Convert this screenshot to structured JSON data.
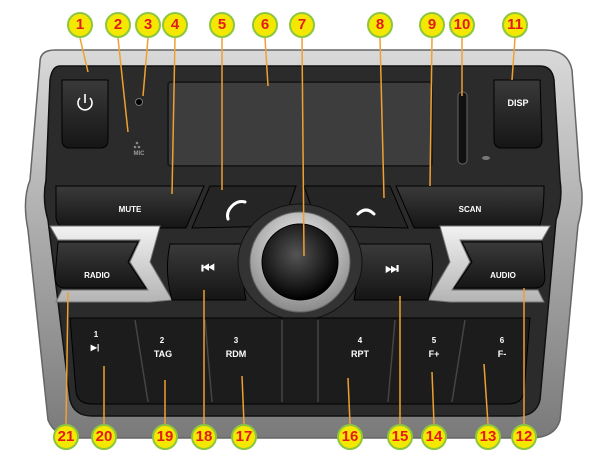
{
  "controls": {
    "power_icon": "power-icon",
    "mic_label": "MIC",
    "disp_label": "DISP",
    "mute_label": "MUTE",
    "scan_label": "SCAN",
    "call_icon": "phone-icon",
    "hangup_icon": "phone-hangup-icon",
    "radio_label": "RADIO",
    "audio_label": "AUDIO",
    "prev_icon": "skip-back-icon",
    "next_icon": "skip-forward-icon",
    "prev_glyph": "⏮",
    "next_glyph": "⏭",
    "presets": [
      {
        "num": "1",
        "label": "▶|"
      },
      {
        "num": "2",
        "label": "TAG"
      },
      {
        "num": "3",
        "label": "RDM"
      },
      {
        "num": "4",
        "label": "RPT"
      },
      {
        "num": "5",
        "label": "F+"
      },
      {
        "num": "6",
        "label": "F-"
      }
    ]
  },
  "callouts": [
    "1",
    "2",
    "3",
    "4",
    "5",
    "6",
    "7",
    "8",
    "9",
    "10",
    "11",
    "12",
    "13",
    "14",
    "15",
    "16",
    "17",
    "18",
    "19",
    "20",
    "21"
  ],
  "colors": {
    "callout_fill": "#f5e800",
    "callout_border": "#8cc63f",
    "callout_text": "#e21b1b",
    "leader_line": "#f0a030"
  }
}
